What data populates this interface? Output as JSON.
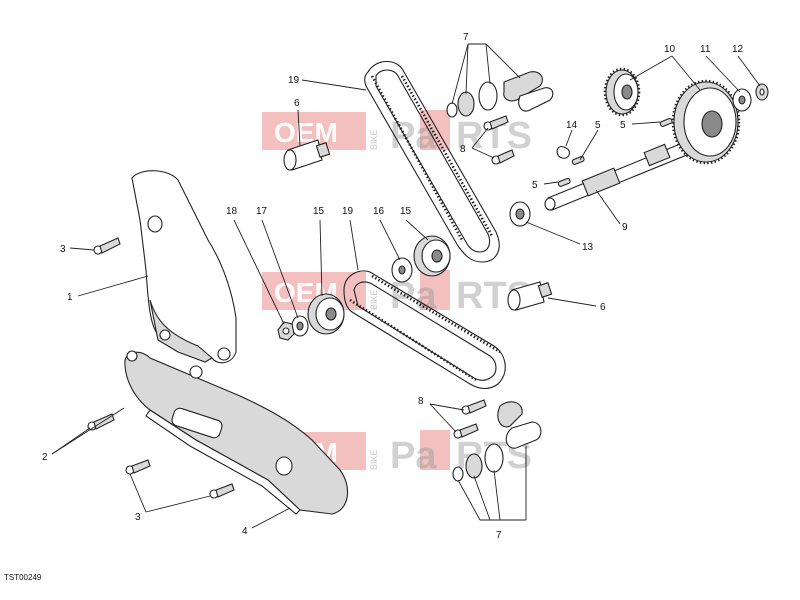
{
  "diagram": {
    "code": "TST00249",
    "callouts": {
      "c1": "1",
      "c2": "2",
      "c3a": "3",
      "c3b": "3",
      "c4": "4",
      "c5a": "5",
      "c5b": "5",
      "c5c": "5",
      "c6a": "6",
      "c6b": "6",
      "c7a": "7",
      "c7b": "7",
      "c8a": "8",
      "c8b": "8",
      "c9": "9",
      "c10": "10",
      "c11": "11",
      "c12": "12",
      "c13": "13",
      "c14": "14",
      "c15a": "15",
      "c15b": "15",
      "c16": "16",
      "c17": "17",
      "c18": "18",
      "c19a": "19",
      "c19b": "19"
    },
    "watermark": {
      "brand_left": "OEM",
      "brand_vertical": "BIKE",
      "brand_right_pa": "Pa",
      "brand_right_rts": "RTS"
    }
  }
}
